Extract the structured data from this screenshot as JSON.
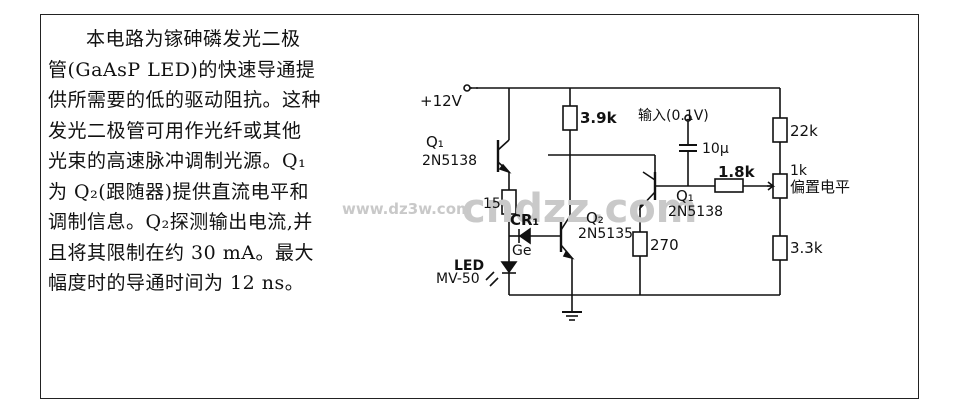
{
  "description": {
    "lines": [
      "本电路为镓砷磷发光二极",
      "管(GaAsP LED)的快速导通提",
      "供所需要的低的驱动阻抗。这种",
      "发光二极管可用作光纤或其他",
      "光束的高速脉冲调制光源。Q₁",
      "为 Q₂(跟随器)提供直流电平和",
      "调制信息。Q₂探测输出电流,并",
      "且将其限制在约 30 mA。最大",
      "幅度时的导通时间为 12 ns。"
    ]
  },
  "schematic": {
    "supply": "+12V",
    "q1_left": {
      "ref": "Q₁",
      "part": "2N5138"
    },
    "q2": {
      "ref": "Q₂",
      "part": "2N5135"
    },
    "q1_right": {
      "ref": "Q₁",
      "part": "2N5138"
    },
    "r_3k9": "3.9k",
    "r_15": "15",
    "r_270": "270",
    "r_1k8": "1.8k",
    "r_22k": "22k",
    "r_3k3": "3.3k",
    "pot_value": "1k",
    "pot_label": "偏置电平",
    "cap": "10µ",
    "input_label": "输入(0.1V)",
    "cr1": "CR₁",
    "cr1_type": "Ge",
    "led_label": "LED",
    "led_part": "MV-50"
  },
  "watermark": {
    "large": "cndzz.com",
    "small": "www.dz3w.com"
  }
}
